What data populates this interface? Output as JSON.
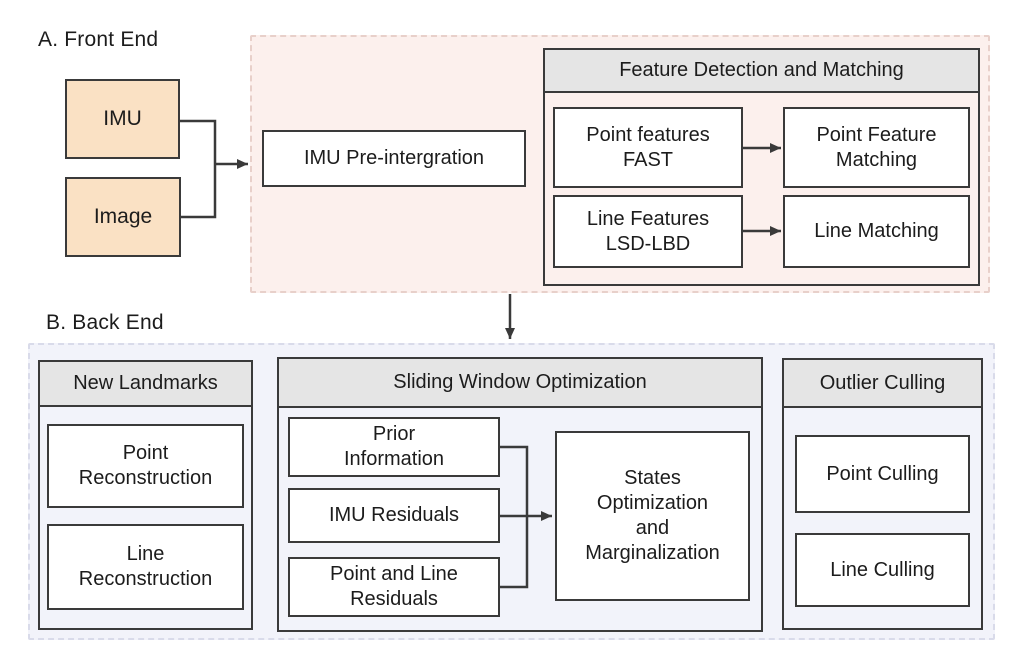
{
  "colors": {
    "text": "#1c1c1c",
    "border": "#3a3a3a",
    "header_bg": "#e5e5e5",
    "box_bg": "#ffffff",
    "peach": "#fae1c4",
    "pink_bg": "#fcf0ed",
    "pink_border": "#e8d0ca",
    "lavender_bg": "#f2f3fa",
    "lavender_border": "#d9dbea"
  },
  "front_end": {
    "label": "A. Front End",
    "imu_label": "IMU",
    "image_label": "Image",
    "preintegration_label": "IMU Pre-intergration",
    "feature_panel": {
      "title": "Feature Detection and Matching",
      "point_features": "Point features\nFAST",
      "point_feature_matching": "Point Feature\nMatching",
      "line_features": "Line Features\nLSD-LBD",
      "line_matching": "Line Matching"
    }
  },
  "back_end": {
    "label": "B. Back End",
    "new_landmarks": {
      "title": "New Landmarks",
      "point_reconstruction": "Point\nReconstruction",
      "line_reconstruction": "Line\nReconstruction"
    },
    "sliding_window": {
      "title": "Sliding Window Optimization",
      "prior_information": "Prior\nInformation",
      "imu_residuals": "IMU Residuals",
      "point_line_residuals": "Point and Line\nResiduals",
      "states_optimization": "States\nOptimization\nand\nMarginalization"
    },
    "outlier_culling": {
      "title": "Outlier Culling",
      "point_culling": "Point Culling",
      "line_culling": "Line Culling"
    }
  }
}
